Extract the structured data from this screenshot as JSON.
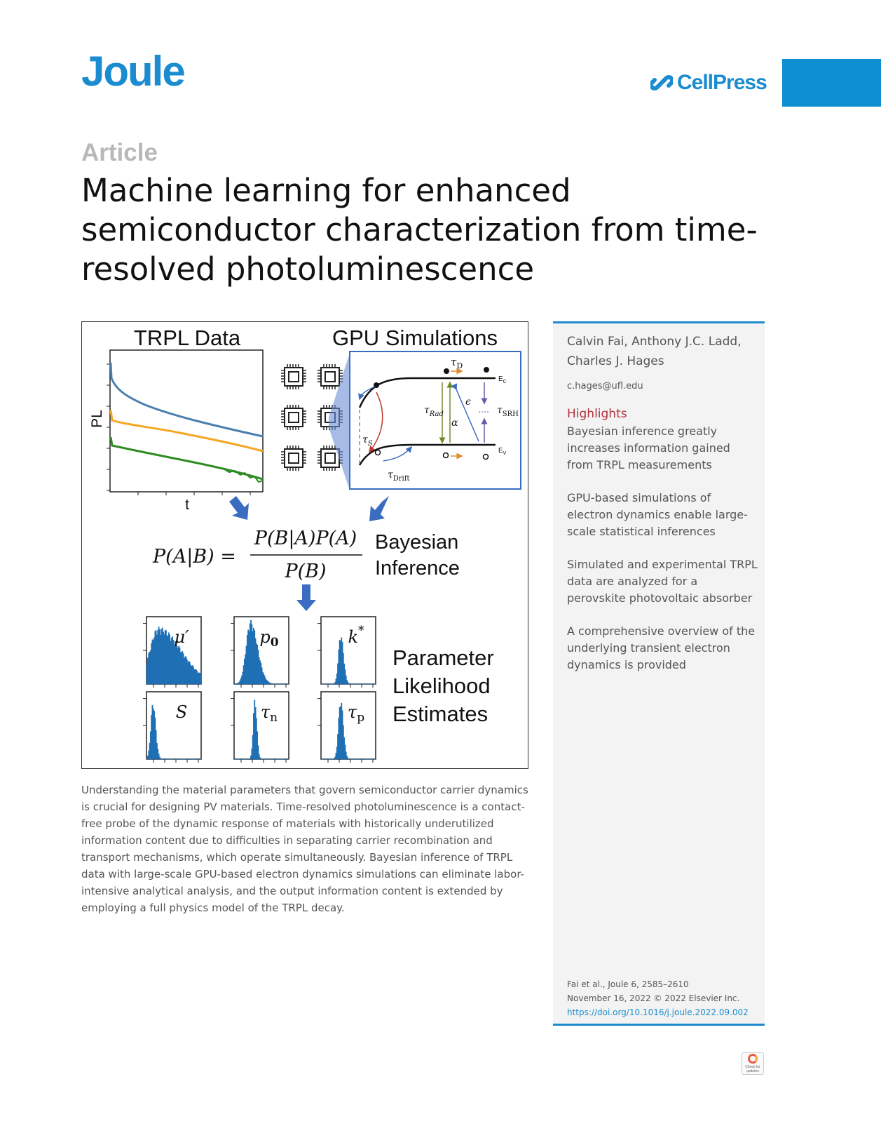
{
  "header": {
    "journal": "Joule",
    "publisher": "CellPress",
    "publisher_icon": "cellpress-link-icon",
    "accent_color": "#1a8ccf"
  },
  "article": {
    "type": "Article",
    "title": "Machine learning for enhanced semiconductor characterization from time-resolved photoluminescence"
  },
  "graphical_abstract": {
    "trpl_title": "TRPL Data",
    "trpl_ylabel": "PL",
    "trpl_xlabel": "t",
    "gpu_title": "GPU Simulations",
    "band_labels": {
      "tau_d": "τ",
      "tau_d_sub": "D",
      "ec": "E",
      "ec_sub": "C",
      "ev": "E",
      "ev_sub": "V",
      "tau_rad": "τ",
      "tau_rad_sub": "Rad",
      "epsilon": "ϵ",
      "alpha": "α",
      "tau_srh": "τ",
      "tau_srh_sub": "SRH",
      "tau_s": "τ",
      "tau_s_sub": "S",
      "tau_drift": "τ",
      "tau_drift_sub": "Drift"
    },
    "equation_lhs": "P(A|B) =",
    "equation_numerator": "P(B|A)P(A)",
    "equation_denominator": "P(B)",
    "bayes_line1": "Bayesian",
    "bayes_line2": "Inference",
    "params": [
      {
        "label": "μ′"
      },
      {
        "label": "p",
        "sub": "0"
      },
      {
        "label": "k",
        "sup": "*"
      },
      {
        "label": "S"
      },
      {
        "label": "τ",
        "sub": "n"
      },
      {
        "label": "τ",
        "sub": "p"
      }
    ],
    "estimates_line1": "Parameter",
    "estimates_line2": "Likelihood",
    "estimates_line3": "Estimates",
    "colors": {
      "trace_blue": "#4a7fb0",
      "trace_orange": "#f5a623",
      "trace_green": "#2e8b22",
      "hist_blue": "#1f6fb5",
      "arrow_blue": "#3a6cc0"
    }
  },
  "abstract": "Understanding the material parameters that govern semiconductor carrier dynamics is crucial for designing PV materials. Time-resolved photoluminescence is a contact-free probe of the dynamic response of materials with historically underutilized information content due to difficulties in separating carrier recombination and transport mechanisms, which operate simultaneously. Bayesian inference of TRPL data with large-scale GPU-based electron dynamics simulations can eliminate labor-intensive analytical analysis, and the output information content is extended by employing a full physics model of the TRPL decay.",
  "sidebar": {
    "authors": "Calvin Fai, Anthony J.C. Ladd, Charles J. Hages",
    "email": "c.hages@ufl.edu",
    "highlights_heading": "Highlights",
    "highlights": [
      "Bayesian inference greatly increases information gained from TRPL measurements",
      "GPU-based simulations of electron dynamics enable large-scale statistical inferences",
      "Simulated and experimental TRPL data are analyzed for a perovskite photovoltaic absorber",
      "A comprehensive overview of the underlying transient electron dynamics is provided"
    ],
    "citation_line1": "Fai et al., Joule 6, 2585–2610",
    "citation_line2": "November 16, 2022 © 2022 Elsevier Inc.",
    "doi": "https://doi.org/10.1016/j.joule.2022.09.002"
  },
  "check_updates": {
    "label": "Check for updates",
    "icon": "check-for-updates-icon"
  }
}
